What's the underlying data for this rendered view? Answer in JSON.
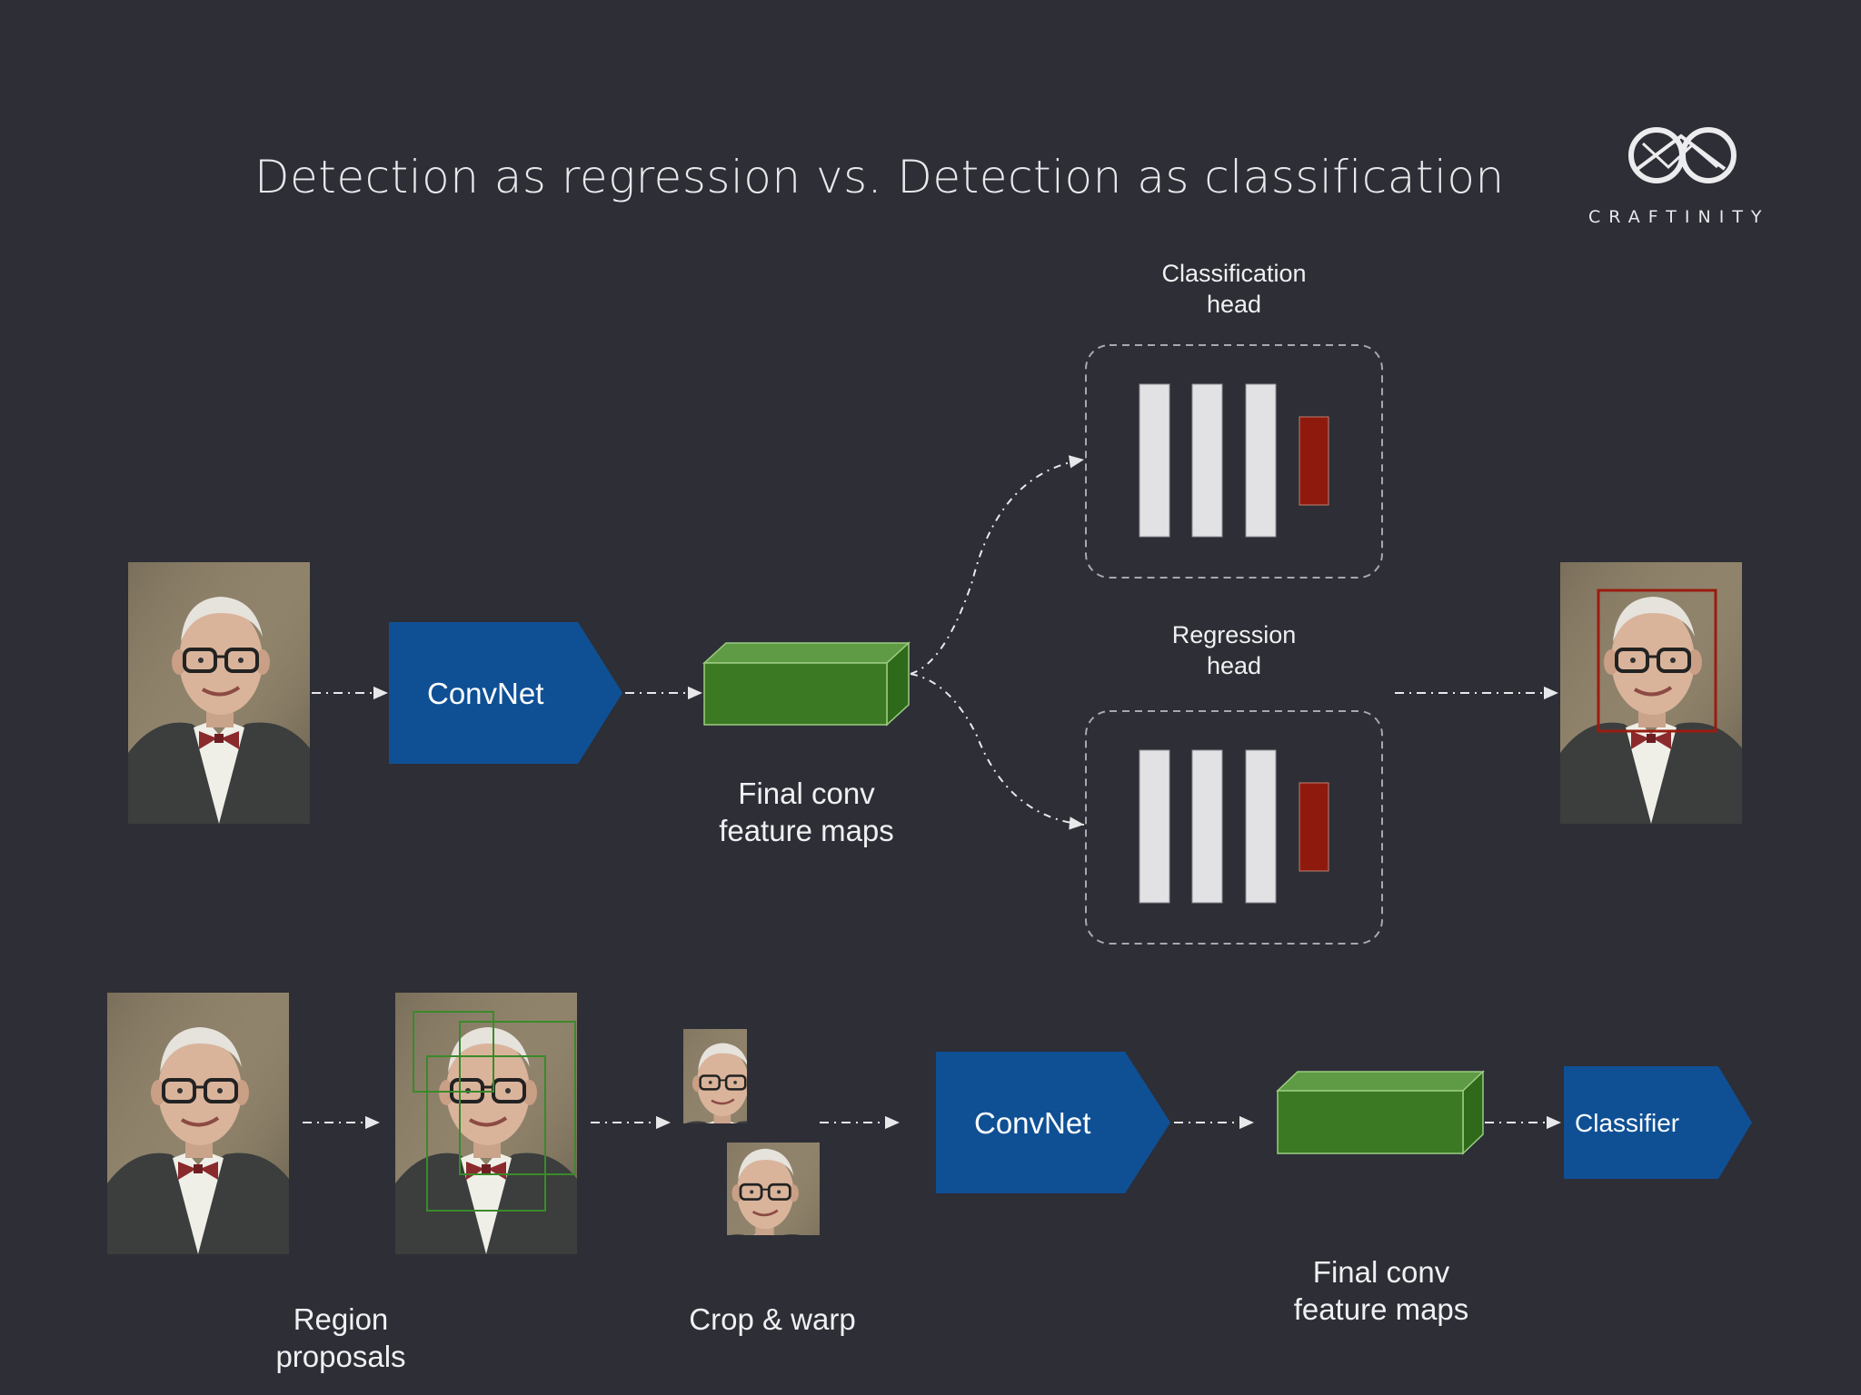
{
  "slide": {
    "title": "Detection as regression vs. Detection as classification",
    "brand": "CRAFTINITY"
  },
  "top_pipeline": {
    "convnet_label": "ConvNet",
    "feature_maps_label_line1": "Final conv",
    "feature_maps_label_line2": "feature maps",
    "classification_head_line1": "Classification",
    "classification_head_line2": "head",
    "regression_head_line1": "Regression",
    "regression_head_line2": "head"
  },
  "bottom_pipeline": {
    "region_proposals_line1": "Region",
    "region_proposals_line2": "proposals",
    "crop_warp_label": "Crop & warp",
    "convnet_label": "ConvNet",
    "feature_maps_label_line1": "Final conv",
    "feature_maps_label_line2": "feature maps",
    "classifier_label": "Classifier"
  },
  "colors": {
    "background": "#2d2e36",
    "convnet_blue": "#0f5095",
    "feature_green": "#3b7a23",
    "feature_green_light": "#5f9a44",
    "layer_gray": "#e2e2e4",
    "output_red": "#8e1a0d",
    "proposal_green": "#3a8a2a",
    "detection_red": "#9a1c10",
    "connector": "#e8e8ea"
  }
}
